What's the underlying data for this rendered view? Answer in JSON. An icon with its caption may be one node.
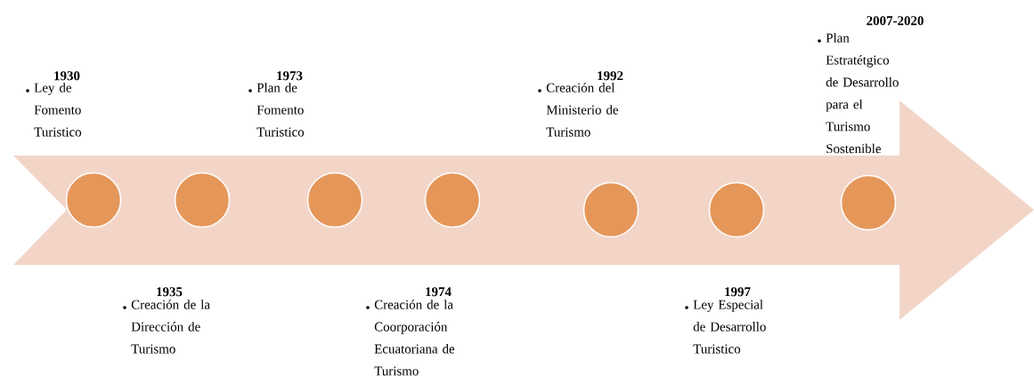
{
  "diagram": {
    "nodes": [
      {
        "text": [],
        "shape": "arrow"
      },
      {
        "text": [],
        "shape": "circle",
        "in": 0,
        "beside": [
          "1930",
          "Ley de Fomento Turistico"
        ]
      },
      {
        "text": [],
        "shape": "circle",
        "in": 0,
        "beside": [
          "1935",
          "Creación de la Dirección de Turismo"
        ]
      },
      {
        "text": [],
        "shape": "circle",
        "in": 0,
        "beside": [
          "1973",
          "Plan de Fomento Turistico"
        ]
      },
      {
        "text": [],
        "shape": "circle",
        "in": 0,
        "beside": [
          "1974",
          "Creación de la Coorporación Ecuatoriana de Turismo"
        ]
      },
      {
        "text": [],
        "shape": "circle",
        "in": 0,
        "beside": [
          "1992",
          "Creación del Ministerio de Turismo"
        ]
      },
      {
        "text": [],
        "shape": "circle",
        "in": 0,
        "beside": [
          "1997",
          "Ley Especial de Desarrollo Turistico"
        ]
      },
      {
        "text": [],
        "shape": "circle",
        "in": 0,
        "beside": [
          "2007-2020",
          "Plan Estratétgico de Desarrollo para el Turismo Sostenible"
        ]
      }
    ]
  }
}
